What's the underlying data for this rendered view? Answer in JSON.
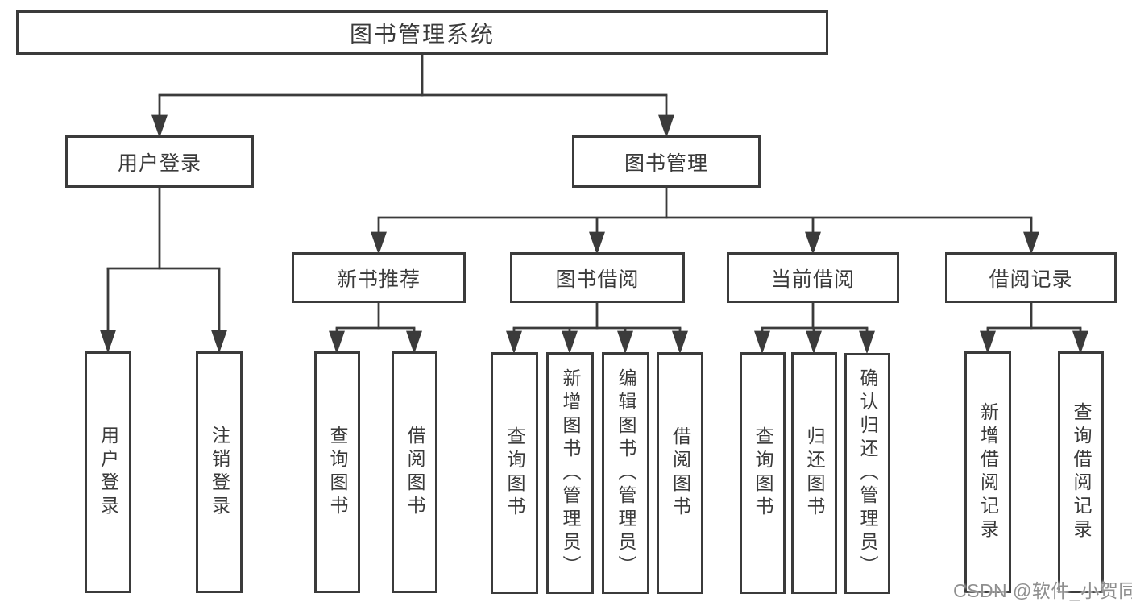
{
  "diagram": {
    "root": "图书管理系统",
    "children": [
      {
        "label": "用户登录",
        "children": [
          {
            "label": "用户登录"
          },
          {
            "label": "注销登录"
          }
        ]
      },
      {
        "label": "图书管理",
        "children": [
          {
            "label": "新书推荐",
            "children": [
              {
                "label": "查询图书"
              },
              {
                "label": "借阅图书"
              }
            ]
          },
          {
            "label": "图书借阅",
            "children": [
              {
                "label": "查询图书"
              },
              {
                "label": "新增图书（管理员）"
              },
              {
                "label": "编辑图书（管理员）"
              },
              {
                "label": "借阅图书"
              }
            ]
          },
          {
            "label": "当前借阅",
            "children": [
              {
                "label": "查询图书"
              },
              {
                "label": "归还图书"
              },
              {
                "label": "确认归还（管理员）"
              }
            ]
          },
          {
            "label": "借阅记录",
            "children": [
              {
                "label": "新增借阅记录"
              },
              {
                "label": "查询借阅记录"
              }
            ]
          }
        ]
      }
    ]
  },
  "watermark": {
    "text": "CSDN @软件_小贺同学"
  },
  "colors": {
    "line": "#3b3b3b",
    "box_border": "#3b3b3b",
    "text": "#3a3a3a",
    "background": "#ffffff",
    "watermark": "#8f8f8f"
  }
}
